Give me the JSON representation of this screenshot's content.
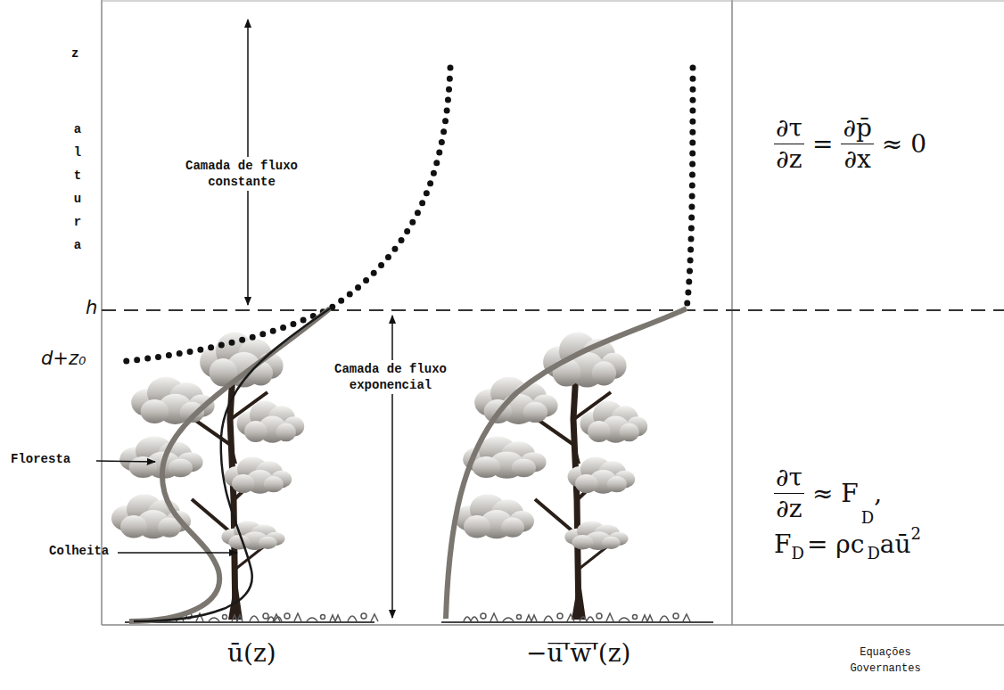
{
  "diagram": {
    "labels": [
      "z",
      "altura",
      "Camada de fluxo constante",
      "h",
      "d+z₀",
      "Camada de fluxo exponencial",
      "Floresta",
      "Colheita",
      "ū(z)",
      "−u̅'̅w̅'̅(z)",
      "Equações Governantes",
      "∂τ",
      "∂z",
      "=",
      "∂p̄",
      "∂x",
      "≈ 0",
      "∂τ",
      "∂z",
      "≈ F",
      "D",
      ",",
      "F",
      "D",
      "= ρc",
      "D",
      "aū",
      "2"
    ]
  }
}
